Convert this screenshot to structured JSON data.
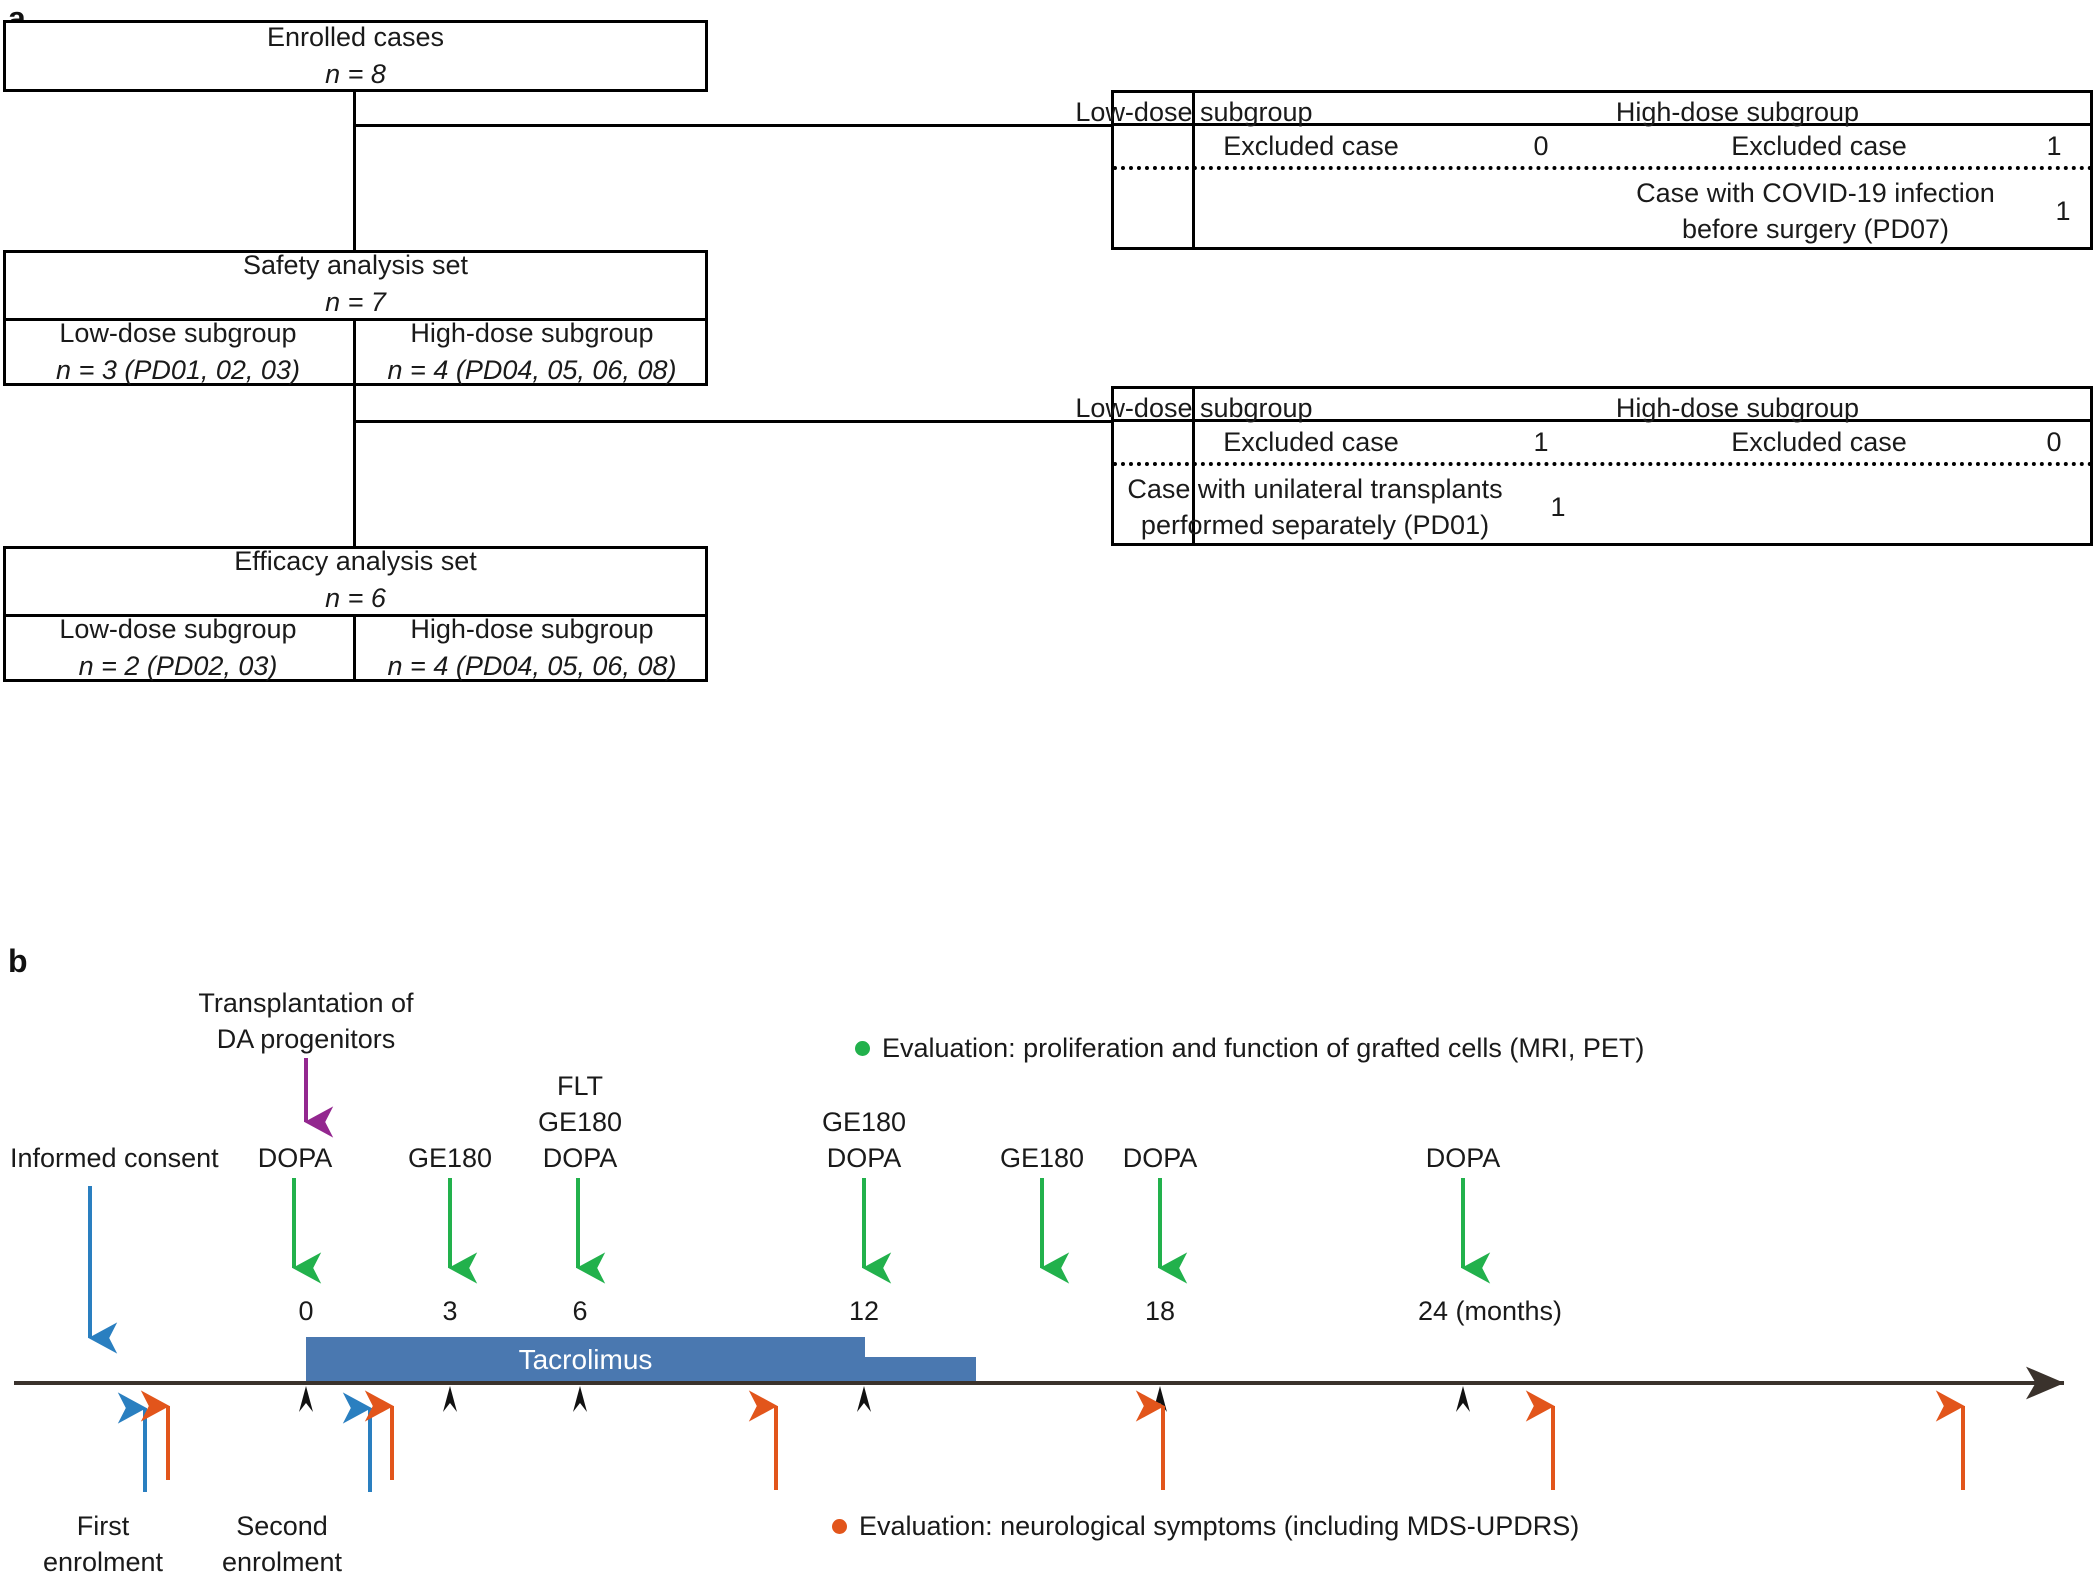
{
  "panels": {
    "a": "a",
    "b": "b"
  },
  "flowchart": {
    "enrolled": {
      "title": "Enrolled cases",
      "n": "n = 8"
    },
    "safety": {
      "title": "Safety analysis set",
      "n": "n = 7",
      "low": {
        "title": "Low-dose subgroup",
        "n": "n = 3 (PD01, 02, 03)"
      },
      "high": {
        "title": "High-dose subgroup",
        "n": "n = 4 (PD04, 05, 06, 08)"
      }
    },
    "efficacy": {
      "title": "Efficacy analysis set",
      "n": "n = 6",
      "low": {
        "title": "Low-dose subgroup",
        "n": "n = 2 (PD02, 03)"
      },
      "high": {
        "title": "High-dose subgroup",
        "n": "n = 4 (PD04, 05, 06, 08)"
      }
    },
    "exclusion1": {
      "low_header": "Low-dose subgroup",
      "high_header": "High-dose subgroup",
      "low_excluded_label": "Excluded case",
      "low_excluded_count": "0",
      "high_excluded_label": "Excluded case",
      "high_excluded_count": "1",
      "low_reason": "",
      "low_reason_count": "",
      "high_reason": "Case with COVID-19 infection before surgery (PD07)",
      "high_reason_count": "1"
    },
    "exclusion2": {
      "low_header": "Low-dose subgroup",
      "high_header": "High-dose subgroup",
      "low_excluded_label": "Excluded case",
      "low_excluded_count": "1",
      "high_excluded_label": "Excluded case",
      "high_excluded_count": "0",
      "low_reason": "Case with unilateral transplants performed separately (PD01)",
      "low_reason_count": "1",
      "high_reason": "",
      "high_reason_count": ""
    }
  },
  "timeline": {
    "informed_consent": "Informed consent",
    "transplantation": "Transplantation of DA progenitors",
    "transplantation_line1": "Transplantation of",
    "transplantation_line2": "DA progenitors",
    "tacrolimus": "Tacrolimus",
    "months_axis_unit": "(months)",
    "tick_labels": [
      "0",
      "3",
      "6",
      "12",
      "18",
      "24 (months)"
    ],
    "tick_values": [
      0,
      3,
      6,
      12,
      18,
      24
    ],
    "scans": [
      {
        "month": 0,
        "labels": [
          "DOPA"
        ]
      },
      {
        "month": 3,
        "labels": [
          "GE180"
        ]
      },
      {
        "month": 6,
        "labels": [
          "FLT",
          "GE180",
          "DOPA"
        ]
      },
      {
        "month": 12,
        "labels": [
          "GE180",
          "DOPA"
        ]
      },
      {
        "month": 15,
        "labels": [
          "GE180"
        ]
      },
      {
        "month": 18,
        "labels": [
          "DOPA"
        ]
      },
      {
        "month": 24,
        "labels": [
          "DOPA"
        ]
      }
    ],
    "enrolments": [
      {
        "label_line1": "First",
        "label_line2": "enrolment"
      },
      {
        "label_line1": "Second",
        "label_line2": "enrolment"
      }
    ],
    "legend_green": "Evaluation: proliferation and function of grafted cells (MRI, PET)",
    "legend_orange": "Evaluation: neurological symptoms (including MDS-UPDRS)",
    "colors": {
      "green": "#22b14c",
      "orange": "#e2551b",
      "blue": "#2a7fc0",
      "purple": "#93278f",
      "tacrolimus_bar": "#4a78b0",
      "axis": "#3a322c"
    }
  }
}
